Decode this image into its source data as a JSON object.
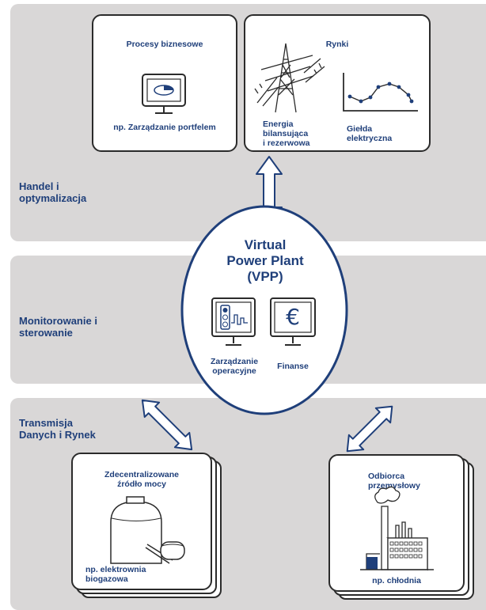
{
  "layers": {
    "top": {
      "label": "Handel i\noptymalizacja"
    },
    "middle": {
      "label": "Monitorowanie i\nsterowanie"
    },
    "bottom": {
      "label": "Transmisja\nDanych i Rynek"
    }
  },
  "cards": {
    "business_processes": {
      "title": "Procesy biznesowe",
      "caption": "np. Zarządzanie portfelem"
    },
    "markets": {
      "title": "Rynki",
      "left_caption": "Energia\nbilansująca\ni rezerwowa",
      "right_caption": "Giełda\nelektryczna"
    },
    "decentralized_source": {
      "title": "Zdecentralizowane\nźródło mocy",
      "caption": "np. elektrownia\nbiogazowa"
    },
    "industrial_consumer": {
      "title": "Odbiorca\nprzemysłowy",
      "caption": "np. chłodnia"
    }
  },
  "vpp": {
    "title": "Virtual\nPower Plant\n(VPP)",
    "operations_label": "Zarządzanie\noperacyjne",
    "finance_label": "Finanse",
    "currency_symbol": "€"
  },
  "colors": {
    "band": "#d9d7d7",
    "text": "#1f3f7a",
    "ink": "#2b2b2b",
    "accent": "#1f3f7a"
  }
}
